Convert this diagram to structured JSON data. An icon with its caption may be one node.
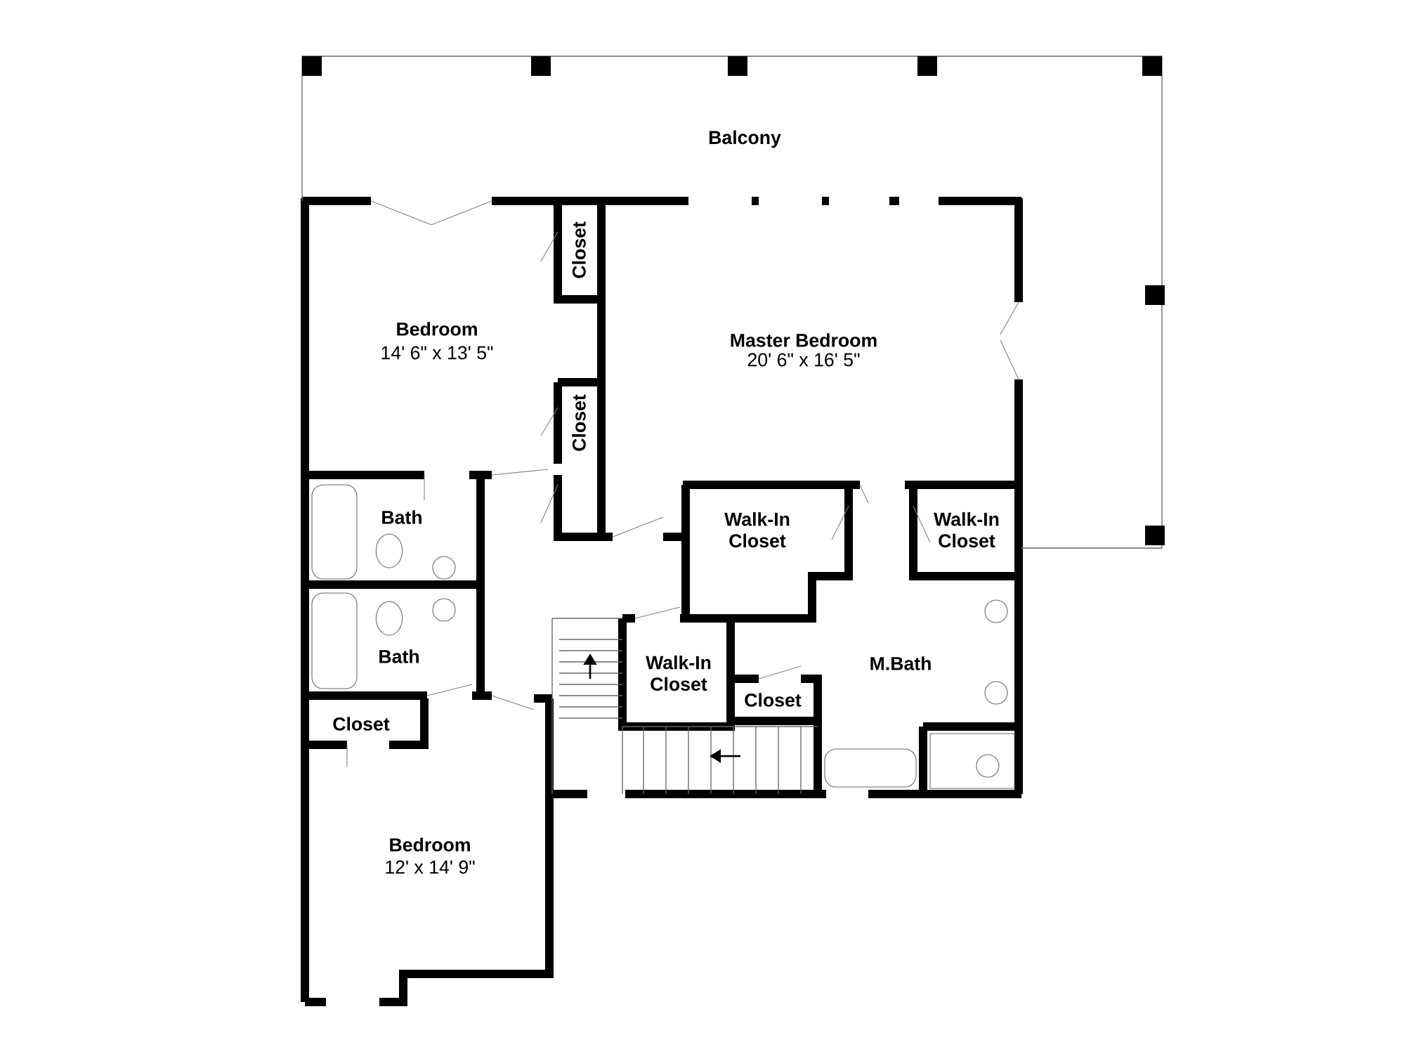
{
  "diagram": {
    "labels": [
      "Balcony",
      "Closet",
      "Bedroom",
      "14' 6\" x 13' 5\"",
      "Master Bedroom",
      "20' 6\" x 16' 5\"",
      "Closet",
      "Bath",
      "Walk-In Closet",
      "Walk-In Closet",
      "Bath",
      "Walk-In Closet",
      "M.Bath",
      "Closet",
      "Closet",
      "Bedroom",
      "12' x 14' 9\""
    ]
  }
}
